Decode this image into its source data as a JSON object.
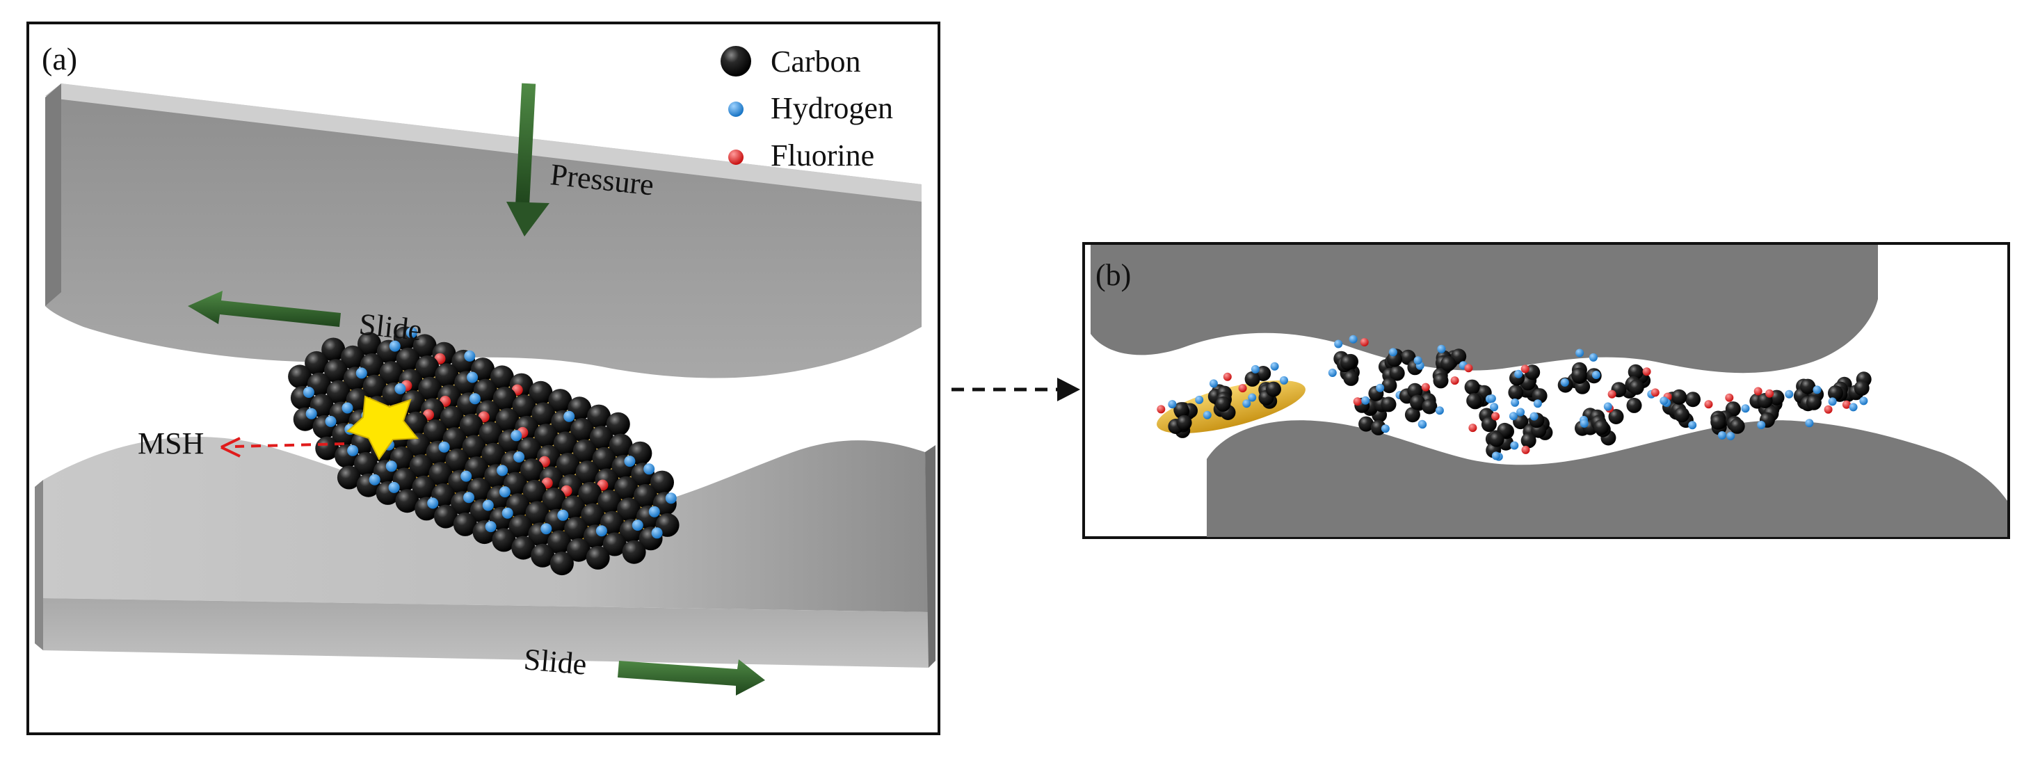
{
  "panel_a": {
    "label": "(a)",
    "legend": [
      {
        "name": "Carbon",
        "color": "#111111"
      },
      {
        "name": "Hydrogen",
        "color": "#1e88d8"
      },
      {
        "name": "Fluorine",
        "color": "#e01b1b"
      }
    ],
    "pressure_label": "Pressure",
    "slide_top_label": "Slide",
    "slide_bottom_label": "Slide",
    "msh_label": "MSH"
  },
  "panel_b": {
    "label": "(b)"
  },
  "colors": {
    "carbon": "#111111",
    "hydrogen": "#1e88d8",
    "fluorine": "#e01b1b",
    "arrow_green": "#2e5e2a",
    "surface_gray": "#9e9e9e",
    "surface_dark": "#7a7a7a",
    "gold": "#e2b32a"
  }
}
